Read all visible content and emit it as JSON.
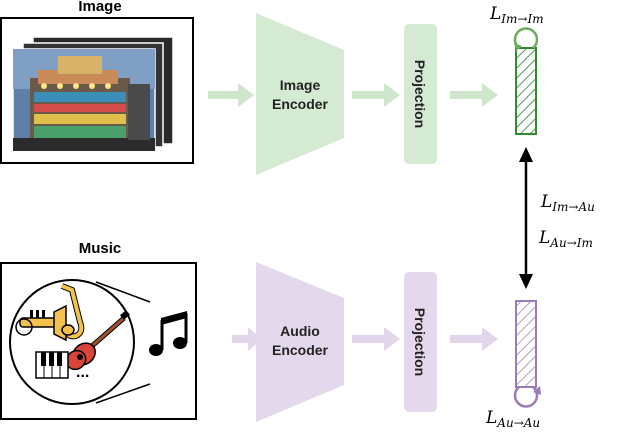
{
  "image_section": {
    "title": "Image",
    "encoder_label": "Image\nEncoder",
    "projection_label": "Projection",
    "loss_label": {
      "main": "L",
      "sub": "Im→Im"
    }
  },
  "music_section": {
    "title": "Music",
    "encoder_label": "Audio\nEncoder",
    "projection_label": "Projection",
    "ellipsis": "...",
    "loss_label": {
      "main": "L",
      "sub": "Au→Au"
    }
  },
  "cross_loss": {
    "first": {
      "main": "L",
      "sub": "Im→Au"
    },
    "second": {
      "main": "L",
      "sub": "Au→Im"
    }
  },
  "colors": {
    "image_accent": "#d4ead2",
    "image_arrow": "#cfe6cd",
    "image_bar": "#2e8b2e",
    "audio_accent": "#e4d9ec",
    "audio_arrow": "#e2d6ea",
    "audio_bar": "#9b7bb5"
  }
}
